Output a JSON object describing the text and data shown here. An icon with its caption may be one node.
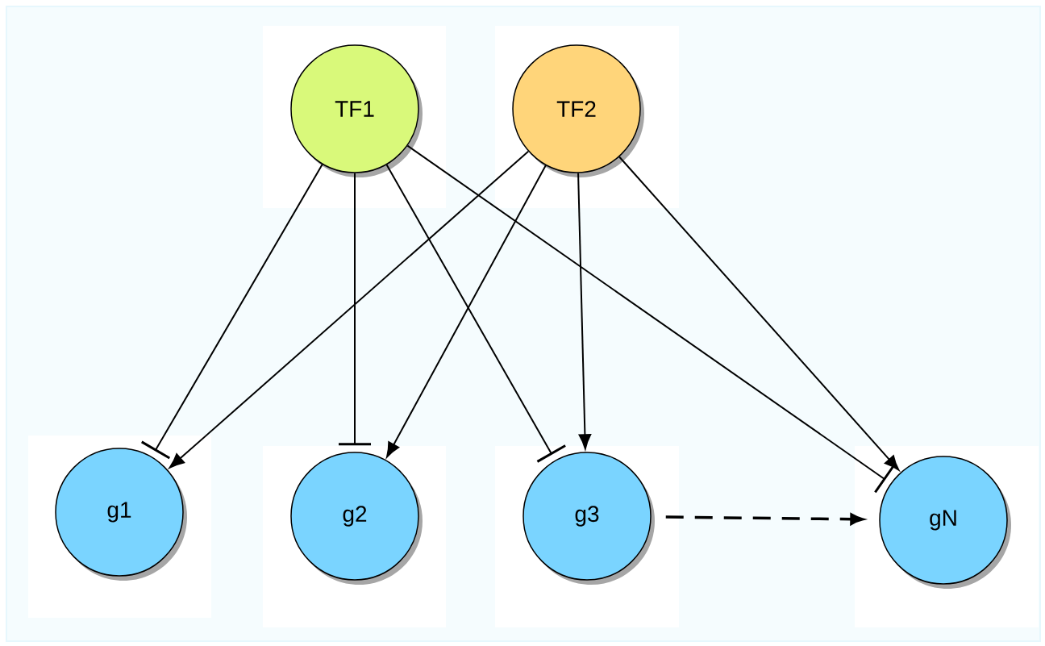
{
  "diagram": {
    "nodes": [
      {
        "text": [
          "TF1"
        ]
      },
      {
        "text": [
          "TF2"
        ]
      },
      {
        "text": [
          "g1"
        ]
      },
      {
        "text": [
          "g2"
        ]
      },
      {
        "text": [
          "g3"
        ]
      },
      {
        "text": [
          "gN"
        ]
      }
    ],
    "edges": [
      {
        "from": 0,
        "to": 2,
        "arrow": "other"
      },
      {
        "from": 0,
        "to": 3,
        "arrow": "other"
      },
      {
        "from": 0,
        "to": 4,
        "arrow": "other"
      },
      {
        "from": 0,
        "to": 5,
        "arrow": "other"
      },
      {
        "from": 1,
        "to": 2,
        "arrow": "to"
      },
      {
        "from": 1,
        "to": 3,
        "arrow": "to"
      },
      {
        "from": 1,
        "to": 4,
        "arrow": "to"
      },
      {
        "from": 1,
        "to": 5,
        "arrow": "to"
      },
      {
        "from": 4,
        "to": 5,
        "arrow": "to",
        "style": "dashed"
      }
    ]
  }
}
